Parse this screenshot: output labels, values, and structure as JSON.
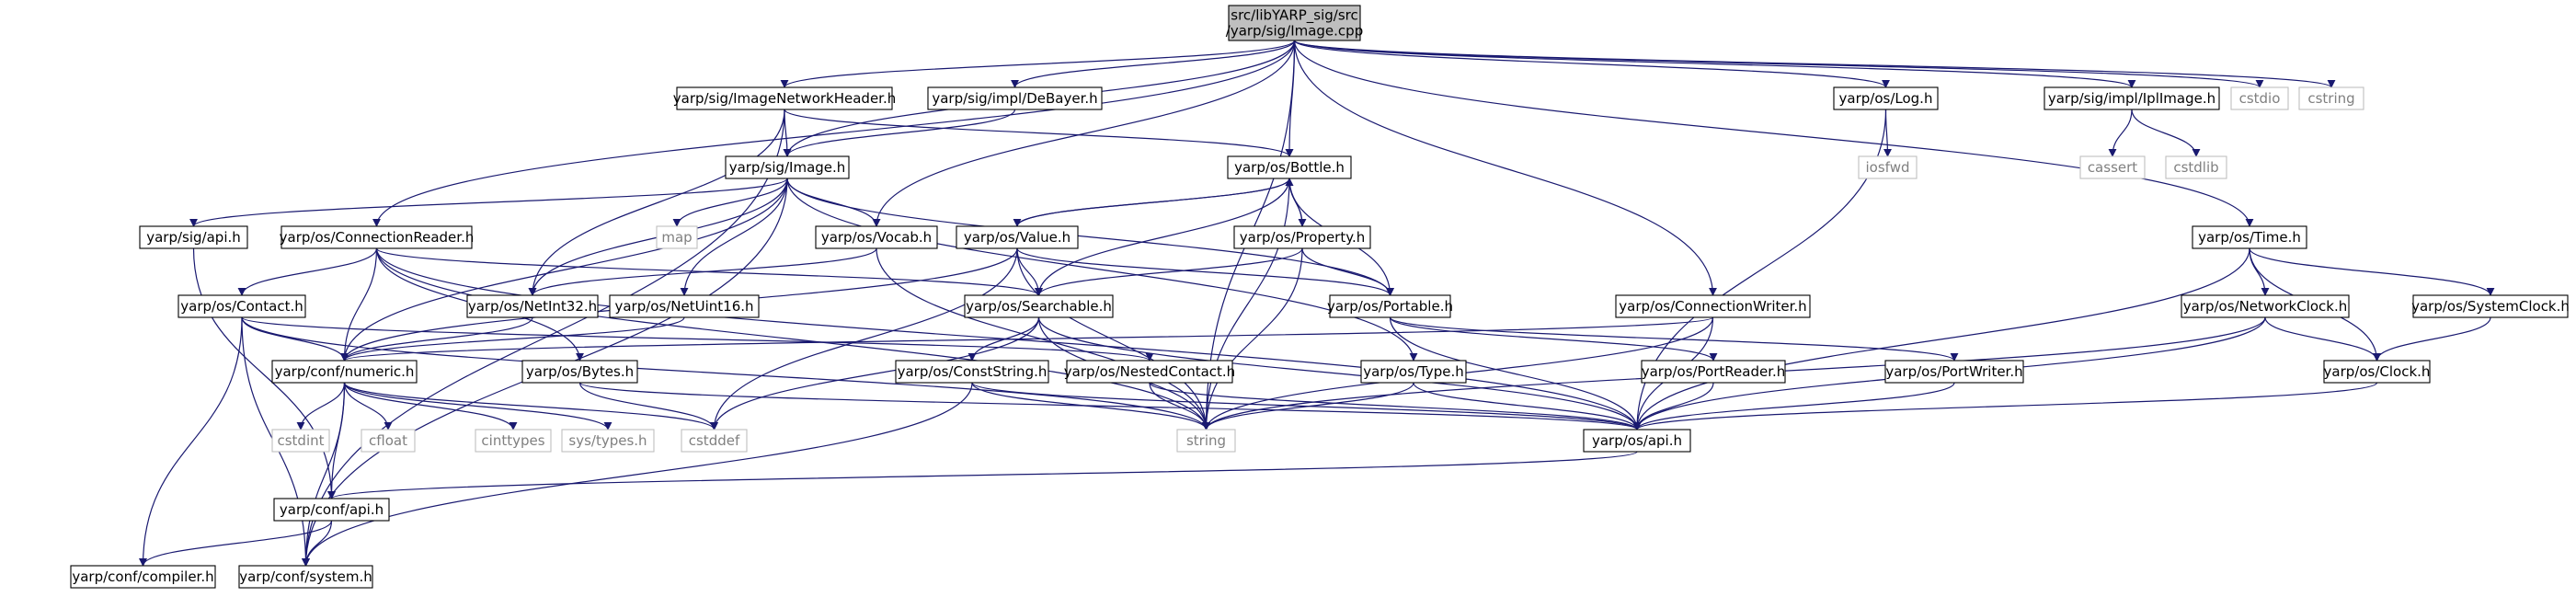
{
  "graph": {
    "edge_color": "#191970",
    "root_fill": "#bfbfbf",
    "node_border": "#000000",
    "external_border": "#bfbfbf",
    "external_text": "#808080",
    "nodes": [
      {
        "id": "root",
        "kind": "root",
        "label": [
          "src/libYARP_sig/src",
          "/yarp/sig/Image.cpp"
        ]
      },
      {
        "id": "ImageNetworkHeader",
        "kind": "normal",
        "label": [
          "yarp/sig/ImageNetworkHeader.h"
        ]
      },
      {
        "id": "DeBayer",
        "kind": "normal",
        "label": [
          "yarp/sig/impl/DeBayer.h"
        ]
      },
      {
        "id": "Log",
        "kind": "normal",
        "label": [
          "yarp/os/Log.h"
        ]
      },
      {
        "id": "IplImage",
        "kind": "normal",
        "label": [
          "yarp/sig/impl/IplImage.h"
        ]
      },
      {
        "id": "cstdio",
        "kind": "external",
        "label": [
          "cstdio"
        ]
      },
      {
        "id": "cstring",
        "kind": "external",
        "label": [
          "cstring"
        ]
      },
      {
        "id": "Image",
        "kind": "normal",
        "label": [
          "yarp/sig/Image.h"
        ]
      },
      {
        "id": "Bottle",
        "kind": "normal",
        "label": [
          "yarp/os/Bottle.h"
        ]
      },
      {
        "id": "iosfwd",
        "kind": "external",
        "label": [
          "iosfwd"
        ]
      },
      {
        "id": "cassert",
        "kind": "external",
        "label": [
          "cassert"
        ]
      },
      {
        "id": "cstdlib",
        "kind": "external",
        "label": [
          "cstdlib"
        ]
      },
      {
        "id": "sigapi",
        "kind": "normal",
        "label": [
          "yarp/sig/api.h"
        ]
      },
      {
        "id": "ConnectionReader",
        "kind": "normal",
        "label": [
          "yarp/os/ConnectionReader.h"
        ]
      },
      {
        "id": "map",
        "kind": "external",
        "label": [
          "map"
        ]
      },
      {
        "id": "Vocab",
        "kind": "normal",
        "label": [
          "yarp/os/Vocab.h"
        ]
      },
      {
        "id": "Value",
        "kind": "normal",
        "label": [
          "yarp/os/Value.h"
        ]
      },
      {
        "id": "Property",
        "kind": "normal",
        "label": [
          "yarp/os/Property.h"
        ]
      },
      {
        "id": "Time",
        "kind": "normal",
        "label": [
          "yarp/os/Time.h"
        ]
      },
      {
        "id": "Contact",
        "kind": "normal",
        "label": [
          "yarp/os/Contact.h"
        ]
      },
      {
        "id": "NetInt32",
        "kind": "normal",
        "label": [
          "yarp/os/NetInt32.h"
        ]
      },
      {
        "id": "NetUint16",
        "kind": "normal",
        "label": [
          "yarp/os/NetUint16.h"
        ]
      },
      {
        "id": "Searchable",
        "kind": "normal",
        "label": [
          "yarp/os/Searchable.h"
        ]
      },
      {
        "id": "Portable",
        "kind": "normal",
        "label": [
          "yarp/os/Portable.h"
        ]
      },
      {
        "id": "ConnectionWriter",
        "kind": "normal",
        "label": [
          "yarp/os/ConnectionWriter.h"
        ]
      },
      {
        "id": "NetworkClock",
        "kind": "normal",
        "label": [
          "yarp/os/NetworkClock.h"
        ]
      },
      {
        "id": "SystemClock",
        "kind": "normal",
        "label": [
          "yarp/os/SystemClock.h"
        ]
      },
      {
        "id": "numeric",
        "kind": "normal",
        "label": [
          "yarp/conf/numeric.h"
        ]
      },
      {
        "id": "Bytes",
        "kind": "normal",
        "label": [
          "yarp/os/Bytes.h"
        ]
      },
      {
        "id": "ConstString",
        "kind": "normal",
        "label": [
          "yarp/os/ConstString.h"
        ]
      },
      {
        "id": "NestedContact",
        "kind": "normal",
        "label": [
          "yarp/os/NestedContact.h"
        ]
      },
      {
        "id": "Type",
        "kind": "normal",
        "label": [
          "yarp/os/Type.h"
        ]
      },
      {
        "id": "PortReader",
        "kind": "normal",
        "label": [
          "yarp/os/PortReader.h"
        ]
      },
      {
        "id": "PortWriter",
        "kind": "normal",
        "label": [
          "yarp/os/PortWriter.h"
        ]
      },
      {
        "id": "Clock",
        "kind": "normal",
        "label": [
          "yarp/os/Clock.h"
        ]
      },
      {
        "id": "cstdint",
        "kind": "external",
        "label": [
          "cstdint"
        ]
      },
      {
        "id": "cfloat",
        "kind": "external",
        "label": [
          "cfloat"
        ]
      },
      {
        "id": "cinttypes",
        "kind": "external",
        "label": [
          "cinttypes"
        ]
      },
      {
        "id": "systypes",
        "kind": "external",
        "label": [
          "sys/types.h"
        ]
      },
      {
        "id": "cstddef",
        "kind": "external",
        "label": [
          "cstddef"
        ]
      },
      {
        "id": "string",
        "kind": "external",
        "label": [
          "string"
        ]
      },
      {
        "id": "osapi",
        "kind": "normal",
        "label": [
          "yarp/os/api.h"
        ]
      },
      {
        "id": "confapi",
        "kind": "normal",
        "label": [
          "yarp/conf/api.h"
        ]
      },
      {
        "id": "compiler",
        "kind": "normal",
        "label": [
          "yarp/conf/compiler.h"
        ]
      },
      {
        "id": "system",
        "kind": "normal",
        "label": [
          "yarp/conf/system.h"
        ]
      }
    ],
    "edges": [
      [
        "root",
        "ImageNetworkHeader"
      ],
      [
        "root",
        "DeBayer"
      ],
      [
        "root",
        "Image"
      ],
      [
        "root",
        "Bottle"
      ],
      [
        "root",
        "Log"
      ],
      [
        "root",
        "IplImage"
      ],
      [
        "root",
        "cstdio"
      ],
      [
        "root",
        "cstring"
      ],
      [
        "root",
        "ConnectionReader"
      ],
      [
        "root",
        "Vocab"
      ],
      [
        "root",
        "ConnectionWriter"
      ],
      [
        "root",
        "Time"
      ],
      [
        "root",
        "string"
      ],
      [
        "ImageNetworkHeader",
        "Image"
      ],
      [
        "ImageNetworkHeader",
        "Bottle"
      ],
      [
        "ImageNetworkHeader",
        "NetInt32"
      ],
      [
        "ImageNetworkHeader",
        "system"
      ],
      [
        "DeBayer",
        "Image"
      ],
      [
        "Log",
        "iosfwd"
      ],
      [
        "Log",
        "osapi"
      ],
      [
        "IplImage",
        "cassert"
      ],
      [
        "IplImage",
        "cstdlib"
      ],
      [
        "Image",
        "sigapi"
      ],
      [
        "Image",
        "map"
      ],
      [
        "Image",
        "Vocab"
      ],
      [
        "Image",
        "NetInt32"
      ],
      [
        "Image",
        "NetUint16"
      ],
      [
        "Image",
        "Portable"
      ],
      [
        "Image",
        "Type"
      ],
      [
        "Image",
        "system"
      ],
      [
        "Image",
        "numeric"
      ],
      [
        "Bottle",
        "Value"
      ],
      [
        "Bottle",
        "Property"
      ],
      [
        "Bottle",
        "Portable"
      ],
      [
        "Bottle",
        "Searchable"
      ],
      [
        "Bottle",
        "string"
      ],
      [
        "Value",
        "Bottle"
      ],
      [
        "Value",
        "Searchable"
      ],
      [
        "Value",
        "numeric"
      ],
      [
        "Value",
        "string"
      ],
      [
        "Value",
        "cstddef"
      ],
      [
        "Value",
        "Portable"
      ],
      [
        "Property",
        "Bottle"
      ],
      [
        "Property",
        "Searchable"
      ],
      [
        "Property",
        "Portable"
      ],
      [
        "Property",
        "string"
      ],
      [
        "Vocab",
        "NetInt32"
      ],
      [
        "Vocab",
        "string"
      ],
      [
        "sigapi",
        "confapi"
      ],
      [
        "ConnectionReader",
        "Contact"
      ],
      [
        "ConnectionReader",
        "Bytes"
      ],
      [
        "ConnectionReader",
        "numeric"
      ],
      [
        "ConnectionReader",
        "Searchable"
      ],
      [
        "ConnectionReader",
        "osapi"
      ],
      [
        "ConnectionReader",
        "string"
      ],
      [
        "Contact",
        "NestedContact"
      ],
      [
        "Contact",
        "numeric"
      ],
      [
        "Contact",
        "compiler"
      ],
      [
        "Contact",
        "system"
      ],
      [
        "Contact",
        "string"
      ],
      [
        "NetInt32",
        "numeric"
      ],
      [
        "NetUint16",
        "numeric"
      ],
      [
        "Searchable",
        "ConstString"
      ],
      [
        "Searchable",
        "osapi"
      ],
      [
        "Searchable",
        "cstddef"
      ],
      [
        "Searchable",
        "string"
      ],
      [
        "Portable",
        "PortReader"
      ],
      [
        "Portable",
        "PortWriter"
      ],
      [
        "Portable",
        "osapi"
      ],
      [
        "ConnectionWriter",
        "numeric"
      ],
      [
        "ConnectionWriter",
        "osapi"
      ],
      [
        "ConnectionWriter",
        "string"
      ],
      [
        "Time",
        "NetworkClock"
      ],
      [
        "Time",
        "SystemClock"
      ],
      [
        "Time",
        "Clock"
      ],
      [
        "Time",
        "osapi"
      ],
      [
        "NetworkClock",
        "Clock"
      ],
      [
        "NetworkClock",
        "osapi"
      ],
      [
        "NetworkClock",
        "string"
      ],
      [
        "SystemClock",
        "Clock"
      ],
      [
        "Clock",
        "osapi"
      ],
      [
        "numeric",
        "cstdint"
      ],
      [
        "numeric",
        "cfloat"
      ],
      [
        "numeric",
        "cinttypes"
      ],
      [
        "numeric",
        "systypes"
      ],
      [
        "numeric",
        "cstddef"
      ],
      [
        "numeric",
        "confapi"
      ],
      [
        "numeric",
        "system"
      ],
      [
        "Bytes",
        "cstddef"
      ],
      [
        "Bytes",
        "osapi"
      ],
      [
        "ConstString",
        "osapi"
      ],
      [
        "ConstString",
        "string"
      ],
      [
        "ConstString",
        "system"
      ],
      [
        "NestedContact",
        "osapi"
      ],
      [
        "NestedContact",
        "string"
      ],
      [
        "Type",
        "osapi"
      ],
      [
        "Type",
        "string"
      ],
      [
        "PortReader",
        "osapi"
      ],
      [
        "PortWriter",
        "osapi"
      ],
      [
        "osapi",
        "confapi"
      ],
      [
        "confapi",
        "compiler"
      ],
      [
        "confapi",
        "system"
      ]
    ]
  }
}
